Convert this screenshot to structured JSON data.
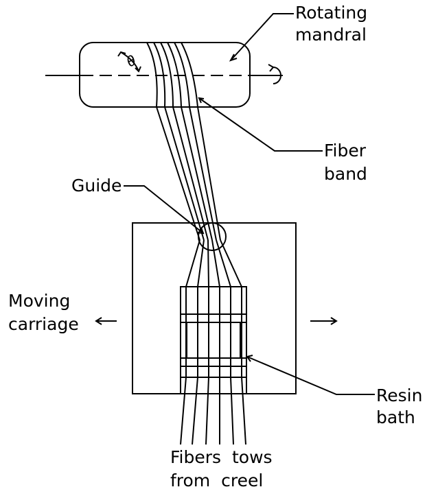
{
  "labels": {
    "rotating_mandral": [
      "Rotating",
      "mandral"
    ],
    "fiber_band": [
      "Fiber",
      "band"
    ],
    "guide": "Guide",
    "moving_carriage": [
      "Moving",
      "carriage"
    ],
    "resin_bath": [
      "Resin",
      "bath"
    ],
    "fiber_tows": [
      "Fibers tows",
      "from creel"
    ],
    "angle_symbol": "θ"
  },
  "colors": {
    "ink": "#000000",
    "background": "#ffffff"
  }
}
